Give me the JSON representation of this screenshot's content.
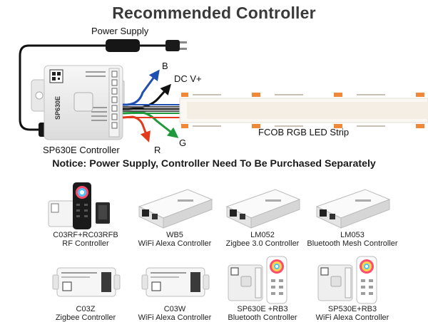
{
  "title": "Recommended Controller",
  "diagram": {
    "power_supply_label": "Power Supply",
    "controller_label": "SP630E Controller",
    "controller_model_text": "SP630E",
    "wire_labels": {
      "b": "B",
      "dc": "DC V+",
      "g": "G",
      "r": "R"
    },
    "strip_label": "FCOB RGB LED Strip"
  },
  "notice": "Notice: Power Supply, Controller Need To Be Purchased Separately",
  "controllers": [
    {
      "name": "C03RF+RC03RFB",
      "desc": "RF Controller"
    },
    {
      "name": "WB5",
      "desc": "WiFi Alexa Controller"
    },
    {
      "name": "LM052",
      "desc": "Zigbee 3.0 Controller"
    },
    {
      "name": "LM053",
      "desc": "Bluetooth Mesh Controller"
    },
    {
      "name": "C03Z",
      "desc": "Zigbee Controller"
    },
    {
      "name": "C03W",
      "desc": "WiFi Alexa Controller"
    },
    {
      "name": "SP630E +RB3",
      "desc": "Bluetooth Controller"
    },
    {
      "name": "SP530E+RB3",
      "desc": "WiFi Alexa Controller"
    }
  ],
  "colors": {
    "wire_blue": "#1f4fb0",
    "wire_black": "#111111",
    "wire_green": "#1e9a3c",
    "wire_red": "#e23a1a",
    "strip_pad": "#f0883a"
  }
}
